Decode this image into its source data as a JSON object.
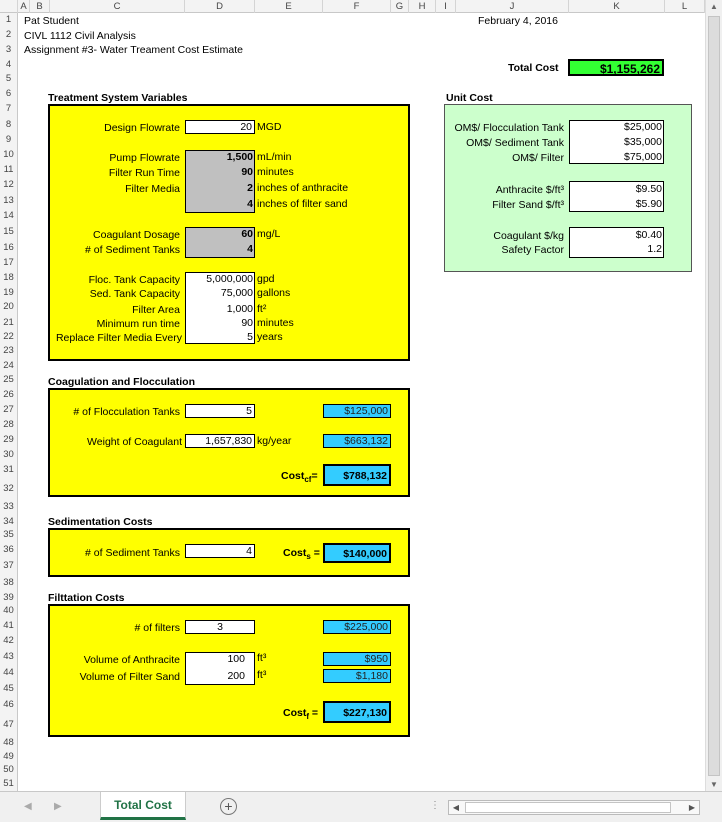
{
  "columns": [
    "A",
    "B",
    "C",
    "D",
    "E",
    "F",
    "G",
    "H",
    "I",
    "J",
    "K",
    "L"
  ],
  "rows": [
    "1",
    "2",
    "3",
    "4",
    "5",
    "6",
    "7",
    "8",
    "9",
    "10",
    "11",
    "12",
    "13",
    "14",
    "15",
    "16",
    "17",
    "18",
    "19",
    "20",
    "21",
    "22",
    "23",
    "24",
    "25",
    "26",
    "27",
    "28",
    "29",
    "30",
    "31",
    "32",
    "33",
    "34",
    "35",
    "36",
    "37",
    "38",
    "39",
    "40",
    "41",
    "42",
    "43",
    "44",
    "45",
    "46",
    "47",
    "48",
    "49",
    "50",
    "51"
  ],
  "header": {
    "name": "Pat Student",
    "course": "CIVL 1112 Civil Analysis",
    "assignment": "Assignment #3- Water Treament Cost Estimate",
    "date": "February 4, 2016",
    "total_cost_label": "Total Cost",
    "total_cost_value": "$1,155,262"
  },
  "tsv": {
    "title": "Treatment System Variables",
    "design_flowrate_label": "Design Flowrate",
    "design_flowrate_value": "20",
    "design_flowrate_unit": "MGD",
    "pump_flowrate_label": "Pump Flowrate",
    "pump_flowrate_value": "1,500",
    "pump_flowrate_unit": "mL/min",
    "filter_run_label": "Filter Run Time",
    "filter_run_value": "90",
    "filter_run_unit": "minutes",
    "filter_media_label": "Filter Media",
    "anthracite_value": "2",
    "anthracite_unit": "inches of anthracite",
    "sand_value": "4",
    "sand_unit": "inches of filter sand",
    "coag_dosage_label": "Coagulant Dosage",
    "coag_dosage_value": "60",
    "coag_dosage_unit": "mg/L",
    "sed_tanks_label": "# of Sediment Tanks",
    "sed_tanks_value": "4",
    "floc_cap_label": "Floc. Tank Capacity",
    "floc_cap_value": "5,000,000",
    "floc_cap_unit": "gpd",
    "sed_cap_label": "Sed. Tank Capacity",
    "sed_cap_value": "75,000",
    "sed_cap_unit": "gallons",
    "filter_area_label": "Filter Area",
    "filter_area_value": "1,000",
    "filter_area_unit": "ft²",
    "min_run_label": "Minimum run time",
    "min_run_value": "90",
    "min_run_unit": "minutes",
    "replace_label": "Replace Filter Media Every",
    "replace_value": "5",
    "replace_unit": "years"
  },
  "unit_cost": {
    "title": "Unit Cost",
    "floc_label": "OM$/ Flocculation Tank",
    "floc_value": "$25,000",
    "sed_label": "OM$/ Sediment Tank",
    "sed_value": "$35,000",
    "filter_label": "OM$/ Filter",
    "filter_value": "$75,000",
    "anthracite_label": "Anthracite $/ft³",
    "anthracite_value": "$9.50",
    "sand_label": "Filter Sand $/ft³",
    "sand_value": "$5.90",
    "coag_label": "Coagulant $/kg",
    "coag_value": "$0.40",
    "safety_label": "Safety Factor",
    "safety_value": "1.2"
  },
  "coag": {
    "title": "Coagulation and Flocculation",
    "floc_tanks_label": "# of Flocculation Tanks",
    "floc_tanks_value": "5",
    "floc_tanks_cost": "$125,000",
    "weight_label": "Weight of Coagulant",
    "weight_value": "1,657,830",
    "weight_unit": "kg/year",
    "weight_cost": "$663,132",
    "cost_label_main": "Cost",
    "cost_label_sub": "cf",
    "cost_value": "$788,132"
  },
  "sed": {
    "title": "Sedimentation Costs",
    "tanks_label": "# of Sediment Tanks",
    "tanks_value": "4",
    "cost_label_main": "Cost",
    "cost_label_sub": "s",
    "cost_value": "$140,000"
  },
  "filt": {
    "title": "Filttation Costs",
    "filters_label": "# of filters",
    "filters_value": "3",
    "filters_cost": "$225,000",
    "anthracite_label": "Volume of Anthracite",
    "anthracite_value": "100",
    "anthracite_unit": "ft³",
    "anthracite_cost": "$950",
    "sand_label": "Volume of Filter Sand",
    "sand_value": "200",
    "sand_unit": "ft³",
    "sand_cost": "$1,180",
    "cost_label_main": "Cost",
    "cost_label_sub": "f",
    "cost_value": "$227,130"
  },
  "tabs": {
    "active": "Total Cost"
  },
  "colors": {
    "yellow": "#ffff00",
    "green_panel": "#ccffcc",
    "cyan": "#33ccff",
    "total_green": "#33ff33",
    "gray": "#c0c0c0"
  }
}
